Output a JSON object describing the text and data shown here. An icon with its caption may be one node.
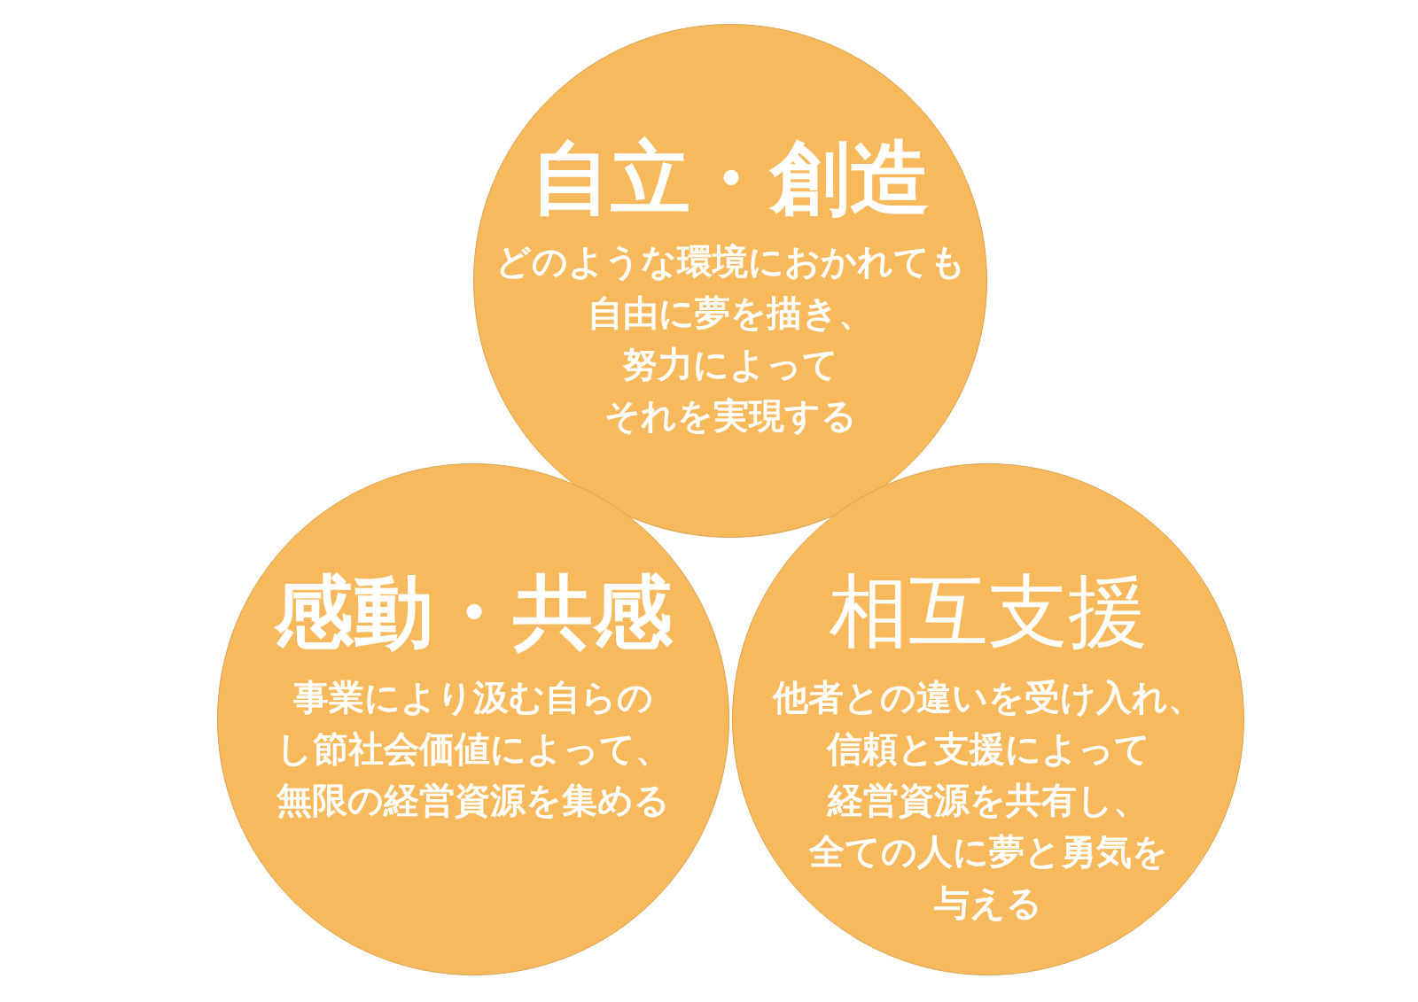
{
  "diagram": {
    "nodes": [
      {
        "text": [
          "自立・創造",
          "どのような環境におかれても自由に夢を描き、努力によってそれを実現する"
        ]
      },
      {
        "text": [
          "感動・共感",
          "事業により汲む自らのし節社会価値によって、無限の経営資源を集める"
        ]
      },
      {
        "text": [
          "相互支援",
          "他者との違いを受け入れ、信頼と支援によって経営資源を共有し、全ての人に夢と勇気を与える"
        ]
      }
    ]
  }
}
